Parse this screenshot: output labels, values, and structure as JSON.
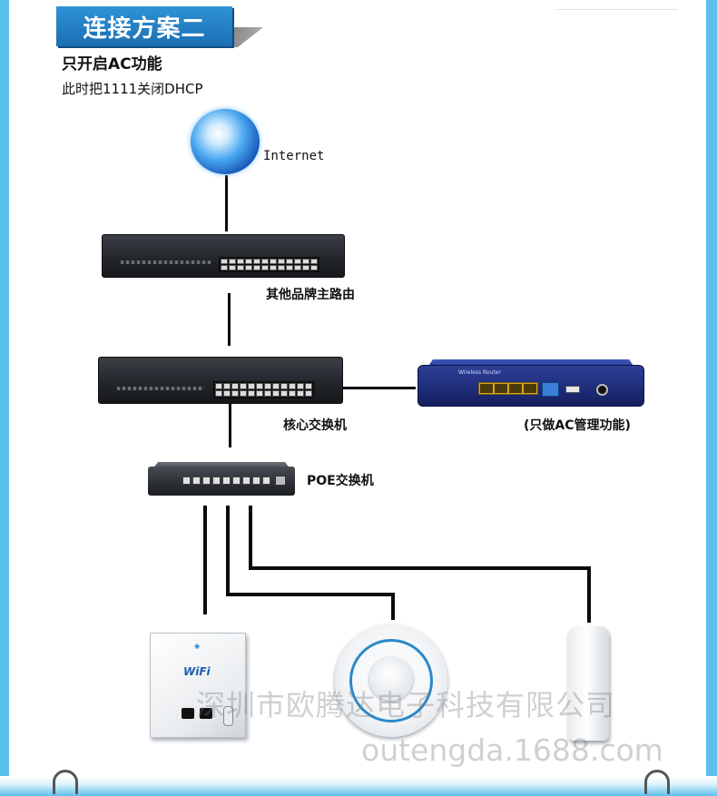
{
  "header": {
    "title": "连接方案二",
    "subtitle": "只开启AC功能",
    "note": "此时把1111关闭DHCP"
  },
  "nodes": {
    "internet": {
      "label": "Internet",
      "icon": "globe-icon"
    },
    "main_router": {
      "label": "其他品牌主路由",
      "icon": "switch-rack-icon"
    },
    "core_switch": {
      "label": "核心交换机",
      "icon": "switch-rack-icon"
    },
    "ac_controller": {
      "label": "(只做AC管理功能)",
      "icon": "ac-controller-icon",
      "brand_text": "Wireless Router"
    },
    "poe_switch": {
      "label": "POE交换机",
      "icon": "poe-switch-icon"
    },
    "panel_ap": {
      "icon": "panel-ap-icon",
      "badge": "WiFi"
    },
    "ceiling_ap": {
      "icon": "ceiling-ap-icon"
    },
    "outdoor_ap": {
      "icon": "outdoor-ap-icon"
    }
  },
  "watermark": {
    "company": "深圳市欧腾达电子科技有限公司",
    "site": "outengda.1688.com"
  },
  "colors": {
    "banner": "#1c6fb3",
    "frame": "#5cc0ec",
    "ac_body": "#1d2b78",
    "wire": "#0a0a0a"
  }
}
